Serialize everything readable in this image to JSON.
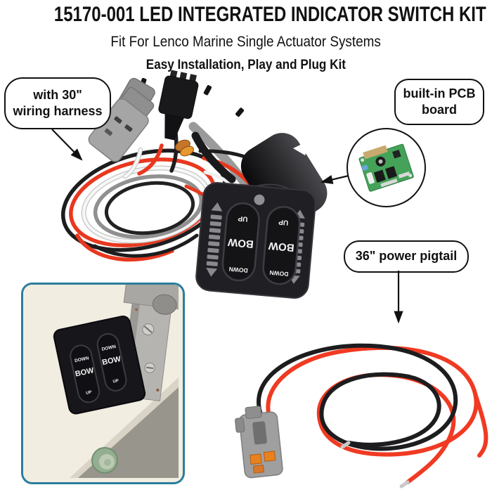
{
  "header": {
    "title": "15170-001 LED INTEGRATED INDICATOR SWITCH KIT",
    "subtitle": "Fit For Lenco Marine Single Actuator Systems",
    "tagline": "Easy Installation, Play and Plug Kit"
  },
  "callouts": {
    "harness": {
      "line1": "with 30\"",
      "line2": "wiring harness"
    },
    "pcb": {
      "line1": "built-in PCB",
      "line2": "board"
    },
    "pigtail": {
      "label": "36\" power pigtail"
    }
  },
  "switch_labels": {
    "up": "UP",
    "bow": "BOW",
    "down": "DOWN"
  },
  "colors": {
    "wire_red": "#e8381f",
    "wire_black": "#1d1d1f",
    "wire_white": "#f5f5f5",
    "wire_gray": "#909090",
    "panel_black": "#1f1f23",
    "led_gray": "#8a8a8e",
    "pcb_green": "#44a359",
    "pcb_tan": "#c8a96e",
    "connector_gray": "#9e9e9e",
    "connector_orange": "#e8821e",
    "inset_border_teal": "#2b7d9d",
    "inset_background": "#f2ede1",
    "annotation": "#111111"
  }
}
